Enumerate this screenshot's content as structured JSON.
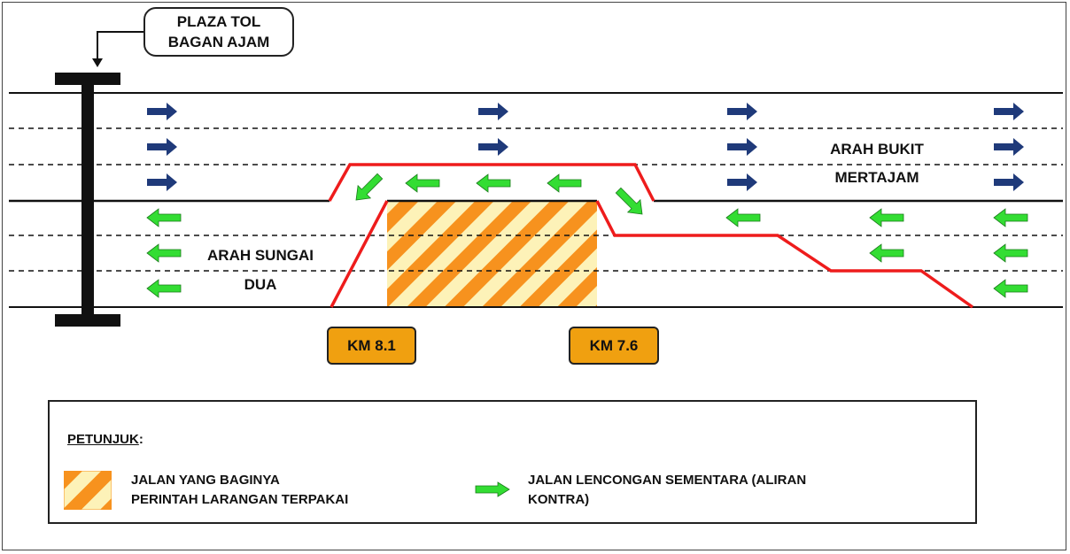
{
  "plaza": {
    "line1": "PLAZA TOL",
    "line2": "BAGAN AJAM"
  },
  "labels": {
    "bukit_line1": "ARAH BUKIT",
    "bukit_line2": "MERTAJAM",
    "sungai_line1": "ARAH SUNGAI",
    "sungai_line2": "DUA"
  },
  "km_markers": {
    "km81": "KM 8.1",
    "km76": "KM 7.6"
  },
  "legend": {
    "title": "PETUNJUK",
    "title_suffix": ":",
    "item1_line1": "JALAN YANG BAGINYA",
    "item1_line2": "PERINTAH LARANGAN TERPAKAI",
    "item2_line1": "JALAN LENCONGAN SEMENTARA (ALIRAN",
    "item2_line2": "KONTRA)"
  },
  "colors": {
    "road_line": "#111111",
    "blue_arrow": "#1f3a7a",
    "green_arrow": "#33dd33",
    "detour_line": "#ee1c1c",
    "hatch_orange": "#f7921e",
    "hatch_cream": "#fdf2b8",
    "km_badge": "#f0a010"
  },
  "icons": {
    "blue_arrow": "right-arrow-icon",
    "green_arrow": "left-arrow-icon",
    "gantry": "toll-gantry-icon"
  }
}
